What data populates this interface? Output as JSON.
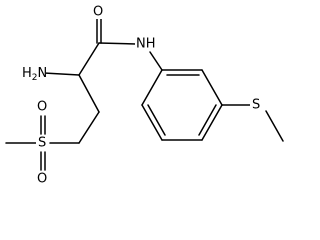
{
  "molecule": {
    "atoms": {
      "carbonyl_oxygen": "O",
      "amide_nitrogen": "NH",
      "amine_group": "H",
      "amine_group_atom": "N",
      "amine_group_subscript": "2",
      "sulfonyl_sulfur": "S",
      "sulfonyl_oxygen_top": "O",
      "sulfonyl_oxygen_bottom": "O",
      "thioether_sulfur": "S"
    }
  }
}
